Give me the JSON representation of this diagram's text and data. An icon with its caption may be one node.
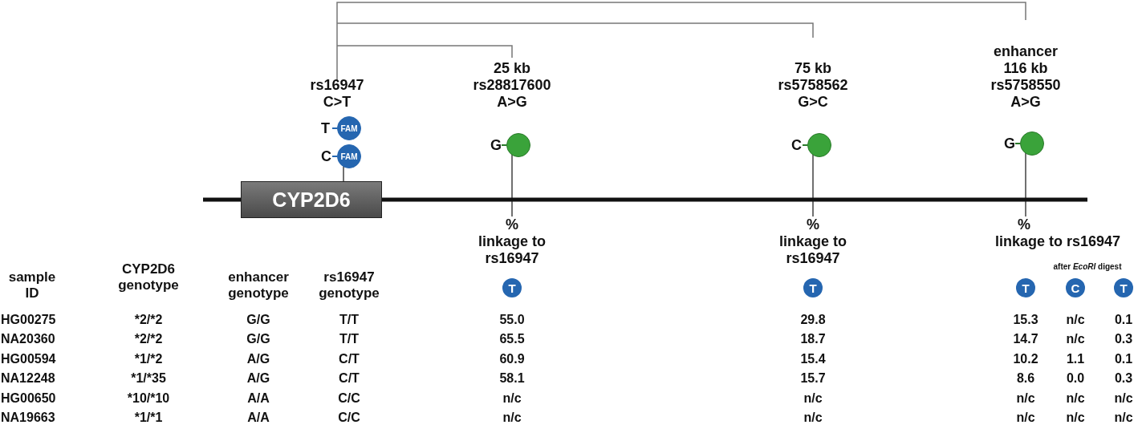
{
  "diagram": {
    "nodes": [
      {
        "text": [
          "CYP2D6"
        ]
      },
      {
        "text": [
          "FAM"
        ],
        "beside": [
          "T"
        ]
      },
      {
        "text": [
          "FAM"
        ],
        "beside": [
          "C"
        ]
      },
      {
        "text": [],
        "shape": "circle",
        "beside": [
          "G"
        ]
      },
      {
        "text": [],
        "shape": "circle",
        "beside": [
          "C"
        ]
      },
      {
        "text": [],
        "shape": "circle",
        "beside": [
          "G"
        ]
      },
      {
        "text": [
          "T"
        ]
      },
      {
        "text": [
          "T"
        ]
      },
      {
        "text": [
          "T"
        ]
      },
      {
        "text": [
          "C"
        ]
      },
      {
        "text": [
          "T"
        ]
      },
      {
        "text": [
          "%",
          "linkage to rs16947"
        ]
      },
      {
        "text": [
          "%",
          "linkage to rs16947"
        ]
      },
      {
        "text": [
          "%",
          "linkage to rs16947"
        ]
      }
    ],
    "edges": [
      {
        "from": 2,
        "to": 0,
        "arrow": "none"
      },
      {
        "from": 3,
        "to": 11,
        "arrow": "none"
      },
      {
        "from": 4,
        "to": 12,
        "arrow": "none"
      },
      {
        "from": 5,
        "to": 13,
        "arrow": "none"
      }
    ],
    "labels": [
      "rs16947",
      "C>T",
      "25 kb",
      "rs28817600",
      "A>G",
      "75 kb",
      "rs5758562",
      "G>C",
      "enhancer",
      "116 kb",
      "rs5758550",
      "A>G",
      "after *EcoRI* digest",
      "sample ID",
      "CYP2D6 genotype",
      "enhancer genotype",
      "rs16947 genotype",
      "HG00275",
      "*2/*2",
      "G/G",
      "T/T",
      "55.0",
      "29.8",
      "15.3",
      "n/c",
      "0.1",
      "NA20360",
      "*2/*2",
      "G/G",
      "T/T",
      "65.5",
      "18.7",
      "14.7",
      "n/c",
      "0.3",
      "HG00594",
      "*1/*2",
      "A/G",
      "C/T",
      "60.9",
      "15.4",
      "10.2",
      "1.1",
      "0.1",
      "NA12248",
      "*1/*35",
      "A/G",
      "C/T",
      "58.1",
      "15.7",
      "8.6",
      "0.0",
      "0.3",
      "HG00650",
      "*10/*10",
      "A/A",
      "C/C",
      "n/c",
      "n/c",
      "n/c",
      "n/c",
      "n/c",
      "NA19663",
      "*1/*1",
      "A/A",
      "C/C",
      "n/c",
      "n/c",
      "n/c",
      "n/c",
      "n/c"
    ]
  }
}
